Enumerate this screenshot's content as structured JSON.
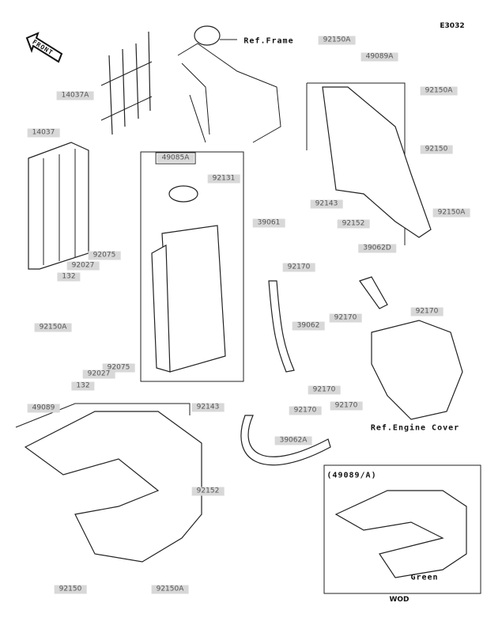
{
  "diagram_code": "E3032",
  "front_arrow": "FRONT",
  "references": {
    "frame": "Ref.Frame",
    "engine_cover": "Ref.Engine Cover"
  },
  "parts": [
    {
      "id": "p1",
      "number": "92150A"
    },
    {
      "id": "p2",
      "number": "49089A"
    },
    {
      "id": "p3",
      "number": "14037A"
    },
    {
      "id": "p4",
      "number": "92150A"
    },
    {
      "id": "p5",
      "number": "14037"
    },
    {
      "id": "p6",
      "number": "49085A"
    },
    {
      "id": "p7",
      "number": "92131"
    },
    {
      "id": "p8",
      "number": "92150"
    },
    {
      "id": "p9",
      "number": "39061"
    },
    {
      "id": "p10",
      "number": "92143"
    },
    {
      "id": "p11",
      "number": "92150A"
    },
    {
      "id": "p12",
      "number": "92152"
    },
    {
      "id": "p13",
      "number": "39062D"
    },
    {
      "id": "p14",
      "number": "92075"
    },
    {
      "id": "p15",
      "number": "92027"
    },
    {
      "id": "p16",
      "number": "132"
    },
    {
      "id": "p17",
      "number": "92170"
    },
    {
      "id": "p18",
      "number": "92150A"
    },
    {
      "id": "p19",
      "number": "39062"
    },
    {
      "id": "p20",
      "number": "92170"
    },
    {
      "id": "p21",
      "number": "92170"
    },
    {
      "id": "p22",
      "number": "92075"
    },
    {
      "id": "p23",
      "number": "92027"
    },
    {
      "id": "p24",
      "number": "132"
    },
    {
      "id": "p25",
      "number": "49089"
    },
    {
      "id": "p26",
      "number": "92143"
    },
    {
      "id": "p27",
      "number": "92170"
    },
    {
      "id": "p28",
      "number": "92170"
    },
    {
      "id": "p29",
      "number": "92170"
    },
    {
      "id": "p30",
      "number": "39062A"
    },
    {
      "id": "p31",
      "number": "92152"
    },
    {
      "id": "p32",
      "number": "92150"
    },
    {
      "id": "p33",
      "number": "92150A"
    }
  ],
  "inset": {
    "title": "(49089/A)",
    "color_note": "Green",
    "variant": "WOD"
  }
}
